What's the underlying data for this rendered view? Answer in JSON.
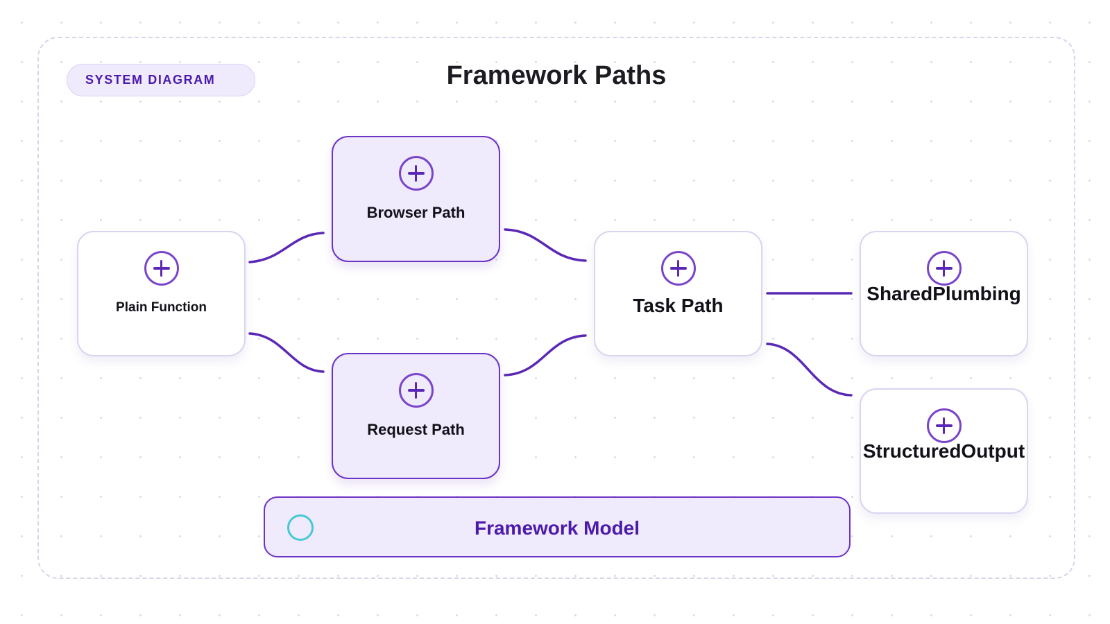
{
  "header": {
    "badge": "SYSTEM DIAGRAM",
    "title": "Framework Paths"
  },
  "nodes": {
    "plain_function": "Plain Function",
    "browser_path": "Browser Path",
    "request_path": "Request Path",
    "task_path": "Task Path",
    "shared_plumbing": "SharedPlumbing",
    "structured_output": "StructuredOutput"
  },
  "footer": {
    "label": "Framework Model"
  },
  "edges": [
    [
      "Plain Function",
      "Browser Path"
    ],
    [
      "Plain Function",
      "Request Path"
    ],
    [
      "Browser Path",
      "Task Path"
    ],
    [
      "Request Path",
      "Task Path"
    ],
    [
      "Task Path",
      "SharedPlumbing"
    ],
    [
      "Task Path",
      "StructuredOutput"
    ]
  ],
  "colors": {
    "accent": "#6d33c4",
    "accent_fill": "#efeafc",
    "connector": "#5b28b5",
    "node_border": "#dad4f0",
    "badge_text": "#4b1aa8",
    "footer_ring": "#45c8d6"
  },
  "icons": {
    "node_icon": "plus-circle-icon",
    "footer_icon": "ring-icon"
  }
}
